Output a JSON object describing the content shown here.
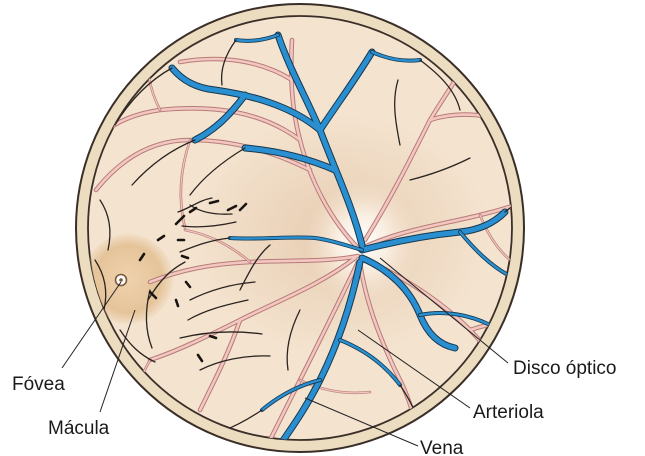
{
  "labels": {
    "fovea": "Fóvea",
    "macula": "Mácula",
    "disco": "Disco óptico",
    "arteriola": "Arteriola",
    "vena": "Vena"
  },
  "colors": {
    "rim": "#ecdcc0",
    "fundus": "#f4e3cf",
    "macula": "#e5c49a",
    "vein": "#2a8fd0",
    "artery": "#f3c7c1",
    "disc": "#ffffff"
  }
}
